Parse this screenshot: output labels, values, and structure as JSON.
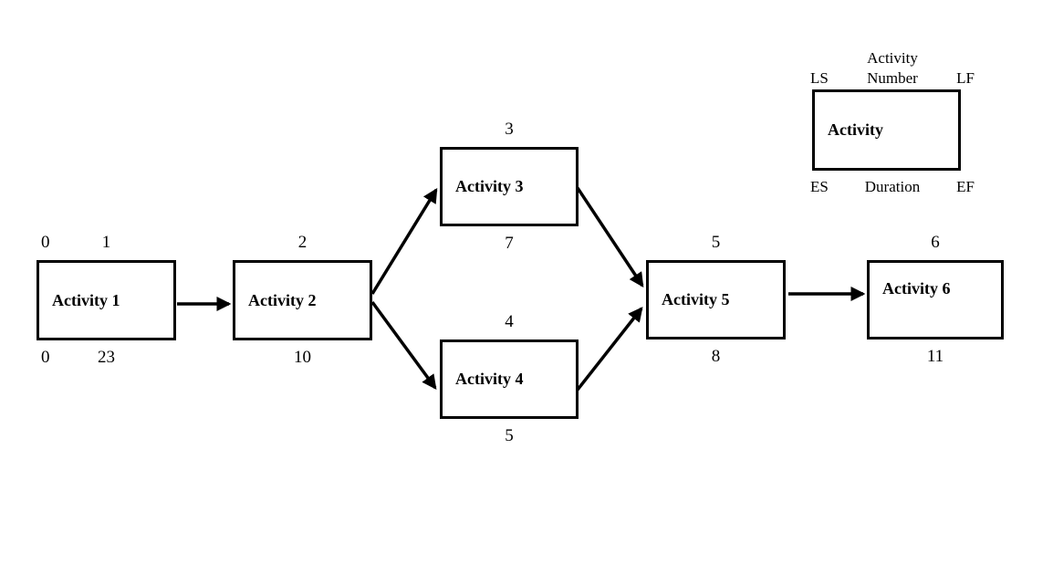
{
  "diagram": {
    "type": "activity-network",
    "background_color": "#ffffff",
    "line_color": "#000000"
  },
  "legend": {
    "title_word": "Activity",
    "ls_label": "LS",
    "number_label": "Number",
    "lf_label": "LF",
    "box_label": "Activity",
    "es_label": "ES",
    "duration_label": "Duration",
    "ef_label": "EF"
  },
  "nodes": [
    {
      "label": "Activity 1",
      "number": "1",
      "ls": "0",
      "es": "0",
      "duration": "23"
    },
    {
      "label": "Activity 2",
      "number": "2",
      "duration": "10"
    },
    {
      "label": "Activity 3",
      "number": "3",
      "duration": "7"
    },
    {
      "label": "Activity 4",
      "number": "4",
      "duration": "5"
    },
    {
      "label": "Activity 5",
      "number": "5",
      "duration": "8"
    },
    {
      "label": "Activity 6",
      "number": "6",
      "duration": "11"
    }
  ],
  "edges": [
    {
      "from": "Activity 1",
      "to": "Activity 2"
    },
    {
      "from": "Activity 2",
      "to": "Activity 3"
    },
    {
      "from": "Activity 2",
      "to": "Activity 4"
    },
    {
      "from": "Activity 3",
      "to": "Activity 5"
    },
    {
      "from": "Activity 4",
      "to": "Activity 5"
    },
    {
      "from": "Activity 5",
      "to": "Activity 6"
    }
  ]
}
